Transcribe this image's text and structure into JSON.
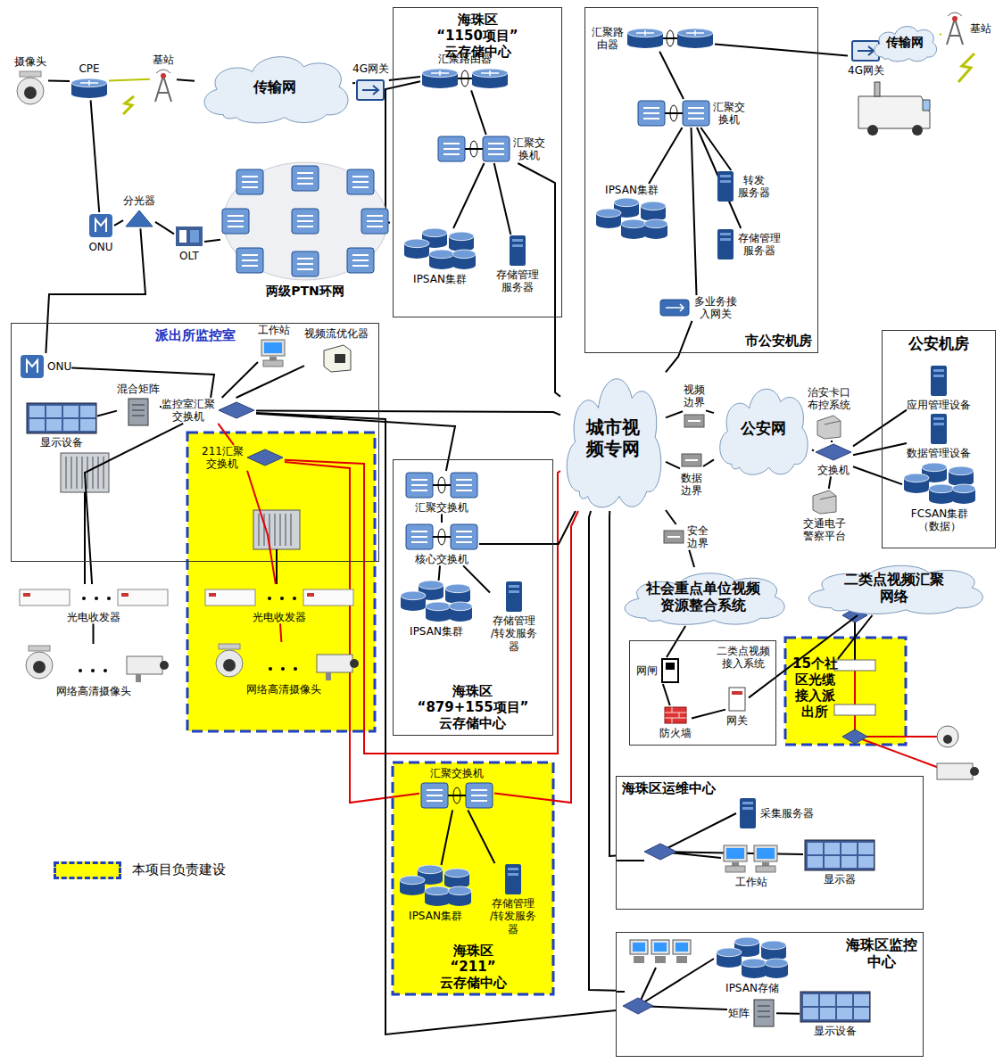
{
  "diagram": {
    "nodes": [
      {
        "text": [
          "摄像头"
        ]
      },
      {
        "text": [
          "CPE"
        ]
      },
      {
        "text": [
          "基站"
        ]
      },
      {
        "text": [
          "传输网"
        ]
      },
      {
        "text": [
          "4G网关"
        ]
      },
      {
        "text": [
          "海珠区“1150项目” 云存储中心"
        ]
      },
      {
        "text": [
          "汇聚路由器"
        ],
        "in": 5
      },
      {
        "text": [
          "汇聚交 换机"
        ],
        "in": 5
      },
      {
        "text": [
          "IPSAN集群"
        ],
        "in": 5
      },
      {
        "text": [
          "存储管理 服务器"
        ],
        "in": 5
      },
      {
        "text": [
          "市公安机房"
        ]
      },
      {
        "text": [
          "汇聚路 由器"
        ],
        "in": 10
      },
      {
        "text": [
          "汇聚交 换机"
        ],
        "in": 10
      },
      {
        "text": [
          "转发 服务器"
        ],
        "in": 10
      },
      {
        "text": [
          "IPSAN集群"
        ],
        "in": 10
      },
      {
        "text": [
          "存储管理 服务器"
        ],
        "in": 10
      },
      {
        "text": [
          "多业务接 入网关"
        ],
        "in": 10
      },
      {
        "text": [
          "4G网关"
        ]
      },
      {
        "text": [
          "传输网"
        ]
      },
      {
        "text": [
          "基站"
        ]
      },
      {
        "text": [
          "ONU"
        ]
      },
      {
        "text": [
          "分光器"
        ]
      },
      {
        "text": [
          "OLT"
        ]
      },
      {
        "text": [
          "两级PTN环网"
        ]
      },
      {
        "text": [
          "派出所监控室"
        ]
      },
      {
        "text": [
          "ONU"
        ],
        "in": 24
      },
      {
        "text": [
          "工作站"
        ],
        "in": 24
      },
      {
        "text": [
          "视频流优化器"
        ],
        "in": 24
      },
      {
        "text": [
          "混合矩阵"
        ],
        "in": 24
      },
      {
        "text": [
          "显示设备"
        ],
        "in": 24
      },
      {
        "text": [
          "监控室汇聚 交换机"
        ],
        "in": 24
      },
      {
        "text": [
          "211汇聚 交换机"
        ],
        "in": 24
      },
      {
        "text": [
          "光电收发器"
        ]
      },
      {
        "text": [
          "网络高清摄像头"
        ]
      },
      {
        "text": [
          "光电收发器"
        ]
      },
      {
        "text": [
          "网络高清摄像头"
        ]
      },
      {
        "text": [
          "海珠区“879+155项目” 云存储中心"
        ]
      },
      {
        "text": [
          "汇聚交换机"
        ],
        "in": 36
      },
      {
        "text": [
          "核心交换机"
        ],
        "in": 36
      },
      {
        "text": [
          "IPSAN集群"
        ],
        "in": 36
      },
      {
        "text": [
          "存储管理 /转发服务 器"
        ],
        "in": 36
      },
      {
        "text": [
          "城市视 频专网"
        ]
      },
      {
        "text": [
          "视频 边界"
        ]
      },
      {
        "text": [
          "数据 边界"
        ]
      },
      {
        "text": [
          "公安网"
        ]
      },
      {
        "text": [
          "治安卡口 布控系统"
        ]
      },
      {
        "text": [
          "交换机"
        ]
      },
      {
        "text": [
          "交通电子 警察平台"
        ]
      },
      {
        "text": [
          "公安机房"
        ]
      },
      {
        "text": [
          "应用管理设备"
        ],
        "in": 48
      },
      {
        "text": [
          "数据管理设备"
        ],
        "in": 48
      },
      {
        "text": [
          "FCSAN集群 （数据）"
        ],
        "in": 48
      },
      {
        "text": [
          "安全 边界"
        ]
      },
      {
        "text": [
          "社会重点单位视频 资源整合系统"
        ]
      },
      {
        "text": [
          "二类点视频汇聚 网络"
        ]
      },
      {
        "text": [
          "二类点视频 接入系统"
        ]
      },
      {
        "text": [
          "网闸"
        ],
        "in": 55
      },
      {
        "text": [
          "防火墙"
        ],
        "in": 55
      },
      {
        "text": [
          "网关"
        ],
        "in": 55
      },
      {
        "text": [
          "15个社 区光缆 接入派 出所"
        ]
      },
      {
        "text": [
          "海珠区“211” 云存储中心"
        ]
      },
      {
        "text": [
          "汇聚交换机"
        ],
        "in": 60
      },
      {
        "text": [
          "IPSAN集群"
        ],
        "in": 60
      },
      {
        "text": [
          "存储管理 /转发服务 器"
        ],
        "in": 60
      },
      {
        "text": [
          "海珠区运维中心"
        ]
      },
      {
        "text": [
          "采集服务器"
        ],
        "in": 64
      },
      {
        "text": [
          "工作站"
        ],
        "in": 64
      },
      {
        "text": [
          "显示器"
        ],
        "in": 64
      },
      {
        "text": [
          "海珠区监控 中心"
        ]
      },
      {
        "text": [
          "IPSAN存储"
        ],
        "in": 68
      },
      {
        "text": [
          "矩阵"
        ],
        "in": 68
      },
      {
        "text": [
          "显示设备"
        ],
        "in": 68
      }
    ],
    "edges": [
      {
        "from": 0,
        "to": 1,
        "arrow": "none"
      },
      {
        "from": 1,
        "to": 2,
        "arrow": "none"
      },
      {
        "from": 2,
        "to": 3,
        "arrow": "none"
      },
      {
        "from": 3,
        "to": 4,
        "arrow": "none"
      },
      {
        "from": 4,
        "to": 6,
        "arrow": "none"
      },
      {
        "from": 6,
        "to": 7,
        "arrow": "none"
      },
      {
        "from": 7,
        "to": 8,
        "arrow": "none"
      },
      {
        "from": 7,
        "to": 9,
        "arrow": "none"
      },
      {
        "from": 1,
        "to": 20,
        "arrow": "none"
      },
      {
        "from": 20,
        "to": 21,
        "arrow": "none"
      },
      {
        "from": 21,
        "to": 22,
        "arrow": "none"
      },
      {
        "from": 22,
        "to": 23,
        "arrow": "none"
      },
      {
        "from": 23,
        "to": 6,
        "arrow": "none"
      },
      {
        "from": 21,
        "to": 25,
        "arrow": "none"
      },
      {
        "from": 25,
        "to": 30,
        "arrow": "none"
      },
      {
        "from": 26,
        "to": 30,
        "arrow": "none"
      },
      {
        "from": 27,
        "to": 30,
        "arrow": "none"
      },
      {
        "from": 29,
        "to": 28,
        "arrow": "none"
      },
      {
        "from": 28,
        "to": 30,
        "arrow": "none"
      },
      {
        "from": 30,
        "to": 41,
        "arrow": "none"
      },
      {
        "from": 30,
        "to": 37,
        "arrow": "none"
      },
      {
        "from": 30,
        "to": 31,
        "arrow": "none"
      },
      {
        "from": 30,
        "to": 34,
        "arrow": "none"
      },
      {
        "from": 34,
        "to": 35,
        "arrow": "none"
      },
      {
        "from": 31,
        "to": 32,
        "arrow": "none"
      },
      {
        "from": 32,
        "to": 33,
        "arrow": "none"
      },
      {
        "from": 31,
        "to": 41,
        "arrow": "none"
      },
      {
        "from": 31,
        "to": 61,
        "arrow": "none"
      },
      {
        "from": 7,
        "to": 41,
        "arrow": "none"
      },
      {
        "from": 37,
        "to": 38,
        "arrow": "none"
      },
      {
        "from": 38,
        "to": 39,
        "arrow": "none"
      },
      {
        "from": 38,
        "to": 40,
        "arrow": "none"
      },
      {
        "from": 38,
        "to": 41,
        "arrow": "none"
      },
      {
        "from": 11,
        "to": 12,
        "arrow": "none"
      },
      {
        "from": 12,
        "to": 13,
        "arrow": "none"
      },
      {
        "from": 12,
        "to": 14,
        "arrow": "none"
      },
      {
        "from": 12,
        "to": 15,
        "arrow": "none"
      },
      {
        "from": 12,
        "to": 16,
        "arrow": "none"
      },
      {
        "from": 16,
        "to": 41,
        "arrow": "none"
      },
      {
        "from": 11,
        "to": 17,
        "arrow": "none"
      },
      {
        "from": 17,
        "to": 18,
        "arrow": "none"
      },
      {
        "from": 18,
        "to": 19,
        "arrow": "none"
      },
      {
        "from": 41,
        "to": 42,
        "arrow": "none"
      },
      {
        "from": 42,
        "to": 44,
        "arrow": "none"
      },
      {
        "from": 41,
        "to": 43,
        "arrow": "none"
      },
      {
        "from": 43,
        "to": 44,
        "arrow": "none"
      },
      {
        "from": 44,
        "to": 46,
        "arrow": "none"
      },
      {
        "from": 45,
        "to": 46,
        "arrow": "none"
      },
      {
        "from": 47,
        "to": 46,
        "arrow": "none"
      },
      {
        "from": 46,
        "to": 49,
        "arrow": "none"
      },
      {
        "from": 46,
        "to": 50,
        "arrow": "none"
      },
      {
        "from": 46,
        "to": 51,
        "arrow": "none"
      },
      {
        "from": 41,
        "to": 52,
        "arrow": "none"
      },
      {
        "from": 52,
        "to": 53,
        "arrow": "none"
      },
      {
        "from": 53,
        "to": 56,
        "arrow": "none"
      },
      {
        "from": 56,
        "to": 57,
        "arrow": "none"
      },
      {
        "from": 57,
        "to": 58,
        "arrow": "none"
      },
      {
        "from": 58,
        "to": 54,
        "arrow": "none"
      },
      {
        "from": 54,
        "to": 59,
        "arrow": "none"
      },
      {
        "from": 61,
        "to": 62,
        "arrow": "none"
      },
      {
        "from": 61,
        "to": 63,
        "arrow": "none"
      },
      {
        "from": 61,
        "to": 41,
        "arrow": "none"
      },
      {
        "from": 41,
        "to": 64,
        "arrow": "none"
      },
      {
        "from": 41,
        "to": 68,
        "arrow": "none"
      },
      {
        "from": 30,
        "to": 68,
        "arrow": "none"
      },
      {
        "from": 70,
        "to": 71,
        "arrow": "none"
      }
    ],
    "legend": [
      {
        "text": "本项目负责建设",
        "color": "#ffff00"
      }
    ]
  }
}
